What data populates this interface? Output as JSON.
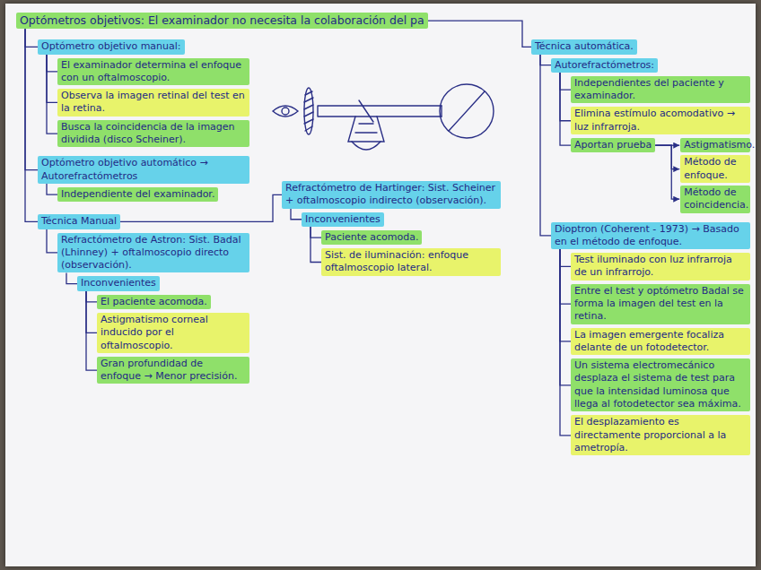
{
  "diagram": {
    "nodes": [
      {
        "text": [
          "Optómetros objetivos: El examinador no necesita la colaboración del pa"
        ]
      },
      {
        "text": [
          "Optómetro objetivo manual:"
        ]
      },
      {
        "text": [
          "El examinador determina el enfoque con un oftalmoscopio."
        ]
      },
      {
        "text": [
          "Observa la imagen retinal del test en la retina."
        ]
      },
      {
        "text": [
          "Busca la coincidencia de la imagen dividida (disco Scheiner)."
        ]
      },
      {
        "text": [
          "Optómetro objetivo automático → Autorefractómetros"
        ]
      },
      {
        "text": [
          "Independiente del examinador."
        ]
      },
      {
        "text": [
          "Técnica Manual"
        ]
      },
      {
        "text": [
          "Refractómetro de Astron: Sist. Badal (Lhinney) + oftalmoscopio directo (observación)."
        ]
      },
      {
        "text": [
          "Inconvenientes"
        ]
      },
      {
        "text": [
          "El paciente acomoda."
        ]
      },
      {
        "text": [
          "Astigmatismo corneal inducido por el oftalmoscopio."
        ]
      },
      {
        "text": [
          "Gran profundidad de enfoque → Menor precisión."
        ]
      },
      {
        "text": [
          "Refractómetro de Hartinger: Sist. Scheiner + oftalmoscopio indirecto (observación)."
        ]
      },
      {
        "text": [
          "Inconvenientes"
        ]
      },
      {
        "text": [
          "Paciente acomoda."
        ]
      },
      {
        "text": [
          "Sist. de iluminación: enfoque oftalmoscopio lateral."
        ]
      },
      {
        "text": [
          "Técnica automática."
        ]
      },
      {
        "text": [
          "Autorefractómetros:"
        ]
      },
      {
        "text": [
          "Independientes del paciente y examinador."
        ]
      },
      {
        "text": [
          "Elimina estímulo acomodativo → luz infrarroja."
        ]
      },
      {
        "text": [
          "Aportan prueba"
        ]
      },
      {
        "text": [
          "Astigmatismo."
        ]
      },
      {
        "text": [
          "Método de enfoque."
        ]
      },
      {
        "text": [
          "Método de coincidencia."
        ]
      },
      {
        "text": [
          "Dioptron (Coherent - 1973) → Basado en el método de enfoque."
        ]
      },
      {
        "text": [
          "Test iluminado con luz infrarroja de un infrarrojo."
        ]
      },
      {
        "text": [
          "Entre el test y optómetro Badal se forma la imagen del test en la retina."
        ]
      },
      {
        "text": [
          "La imagen emergente focaliza delante de un fotodetector."
        ]
      },
      {
        "text": [
          "Un sistema electromecánico desplaza el sistema de test para que la intensidad luminosa que llega al fotodetector sea máxima."
        ]
      },
      {
        "text": [
          "El desplazamiento es directamente proporcional a la ametropía."
        ]
      }
    ],
    "edges": [
      {
        "from": 0,
        "to": 1,
        "arrow": "none"
      },
      {
        "from": 0,
        "to": 5,
        "arrow": "none"
      },
      {
        "from": 0,
        "to": 7,
        "arrow": "none"
      },
      {
        "from": 0,
        "to": 17,
        "arrow": "none"
      },
      {
        "from": 1,
        "to": 2,
        "arrow": "none"
      },
      {
        "from": 1,
        "to": 3,
        "arrow": "none"
      },
      {
        "from": 1,
        "to": 4,
        "arrow": "none"
      },
      {
        "from": 5,
        "to": 6,
        "arrow": "none"
      },
      {
        "from": 7,
        "to": 8,
        "arrow": "none"
      },
      {
        "from": 7,
        "to": 13,
        "arrow": "none"
      },
      {
        "from": 8,
        "to": 9,
        "arrow": "none"
      },
      {
        "from": 9,
        "to": 10,
        "arrow": "none"
      },
      {
        "from": 9,
        "to": 11,
        "arrow": "none"
      },
      {
        "from": 9,
        "to": 12,
        "arrow": "none"
      },
      {
        "from": 13,
        "to": 14,
        "arrow": "none"
      },
      {
        "from": 14,
        "to": 15,
        "arrow": "none"
      },
      {
        "from": 14,
        "to": 16,
        "arrow": "none"
      },
      {
        "from": 17,
        "to": 18,
        "arrow": "none"
      },
      {
        "from": 17,
        "to": 25,
        "arrow": "none"
      },
      {
        "from": 18,
        "to": 19,
        "arrow": "none"
      },
      {
        "from": 18,
        "to": 20,
        "arrow": "none"
      },
      {
        "from": 18,
        "to": 21,
        "arrow": "none"
      },
      {
        "from": 21,
        "to": 22,
        "arrow": "to"
      },
      {
        "from": 21,
        "to": 23,
        "arrow": "to"
      },
      {
        "from": 21,
        "to": 24,
        "arrow": "to"
      },
      {
        "from": 25,
        "to": 26,
        "arrow": "none"
      },
      {
        "from": 25,
        "to": 27,
        "arrow": "none"
      },
      {
        "from": 25,
        "to": 28,
        "arrow": "none"
      },
      {
        "from": 25,
        "to": 29,
        "arrow": "none"
      },
      {
        "from": 25,
        "to": 30,
        "arrow": "none"
      }
    ]
  }
}
